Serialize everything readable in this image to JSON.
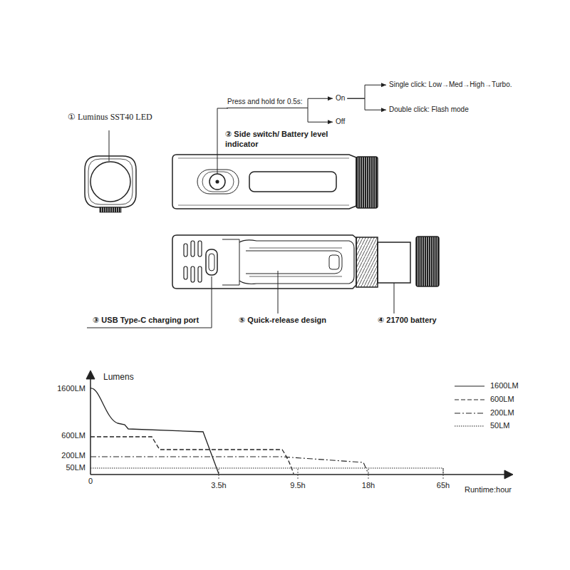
{
  "diagram": {
    "nodes": [
      {
        "text": [
          "Press and hold for 0.5s:"
        ]
      },
      {
        "text": [
          "On"
        ]
      },
      {
        "text": [
          "Off"
        ]
      },
      {
        "text": [
          "Single click: Low→Med→High→Turbo."
        ]
      },
      {
        "text": [
          "Double click: Flash mode"
        ]
      }
    ],
    "edges": [
      {
        "from": 0,
        "to": 1,
        "arrow": "to"
      },
      {
        "from": 0,
        "to": 2,
        "arrow": "to"
      },
      {
        "from": 1,
        "to": 3,
        "arrow": "to"
      },
      {
        "from": 1,
        "to": 4,
        "arrow": "to"
      }
    ],
    "labels": [
      "① Luminus SST40 LED",
      "② Side switch/ Battery level indicator",
      "③ USB Type-C charging port",
      "⑤ Quick-release design",
      "④ 21700 battery",
      "Lumens",
      "1600LM",
      "600LM",
      "200LM",
      "50LM",
      "0",
      "3.5h",
      "9.5h",
      "18h",
      "65h",
      "Runtime:hour"
    ],
    "legend": [
      {
        "text": "1600LM"
      },
      {
        "text": "600LM"
      },
      {
        "text": "200LM"
      },
      {
        "text": "50LM"
      }
    ]
  }
}
